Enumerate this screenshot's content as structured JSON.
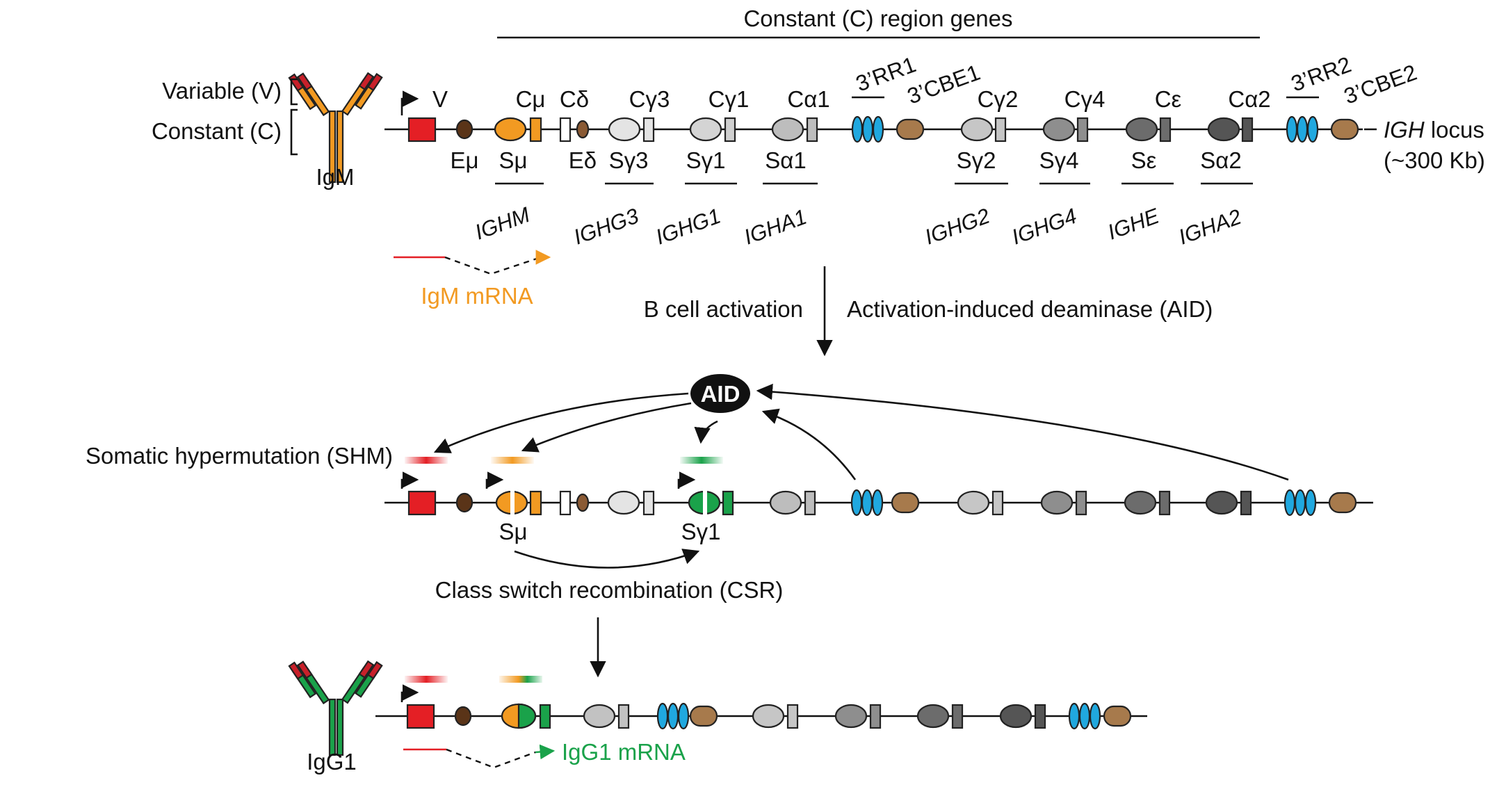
{
  "header": {
    "constant_region_title": "Constant (C) region genes"
  },
  "antibody_labels": {
    "variable": "Variable (V)",
    "constant": "Constant (C)",
    "igm": "IgM",
    "igg1": "IgG1"
  },
  "locus": {
    "v_label": "V",
    "c_top_labels": [
      "Cμ",
      "Cδ",
      "Cγ3",
      "Cγ1",
      "Cα1",
      "Cγ2",
      "Cγ4",
      "Cε",
      "Cα2"
    ],
    "s_labels": [
      "Eμ",
      "Sμ",
      "Eδ",
      "Sγ3",
      "Sγ1",
      "Sα1",
      "Sγ2",
      "Sγ4",
      "Sε",
      "Sα2"
    ],
    "regulatory_labels": [
      "3’RR1",
      "3’CBE1",
      "3’RR2",
      "3’CBE2"
    ],
    "gene_names": [
      "IGHM",
      "IGHG3",
      "IGHG1",
      "IGHA1",
      "IGHG2",
      "IGHG4",
      "IGHE",
      "IGHA2"
    ],
    "locus_name": "IGH",
    "locus_word": "locus",
    "locus_size": "(~300 Kb)"
  },
  "process": {
    "igm_mrna": "IgM mRNA",
    "b_cell_activation": "B cell activation",
    "aid_full": "Activation-induced deaminase (AID)",
    "aid": "AID",
    "shm": "Somatic hypermutation (SHM)",
    "csr": "Class switch recombination (CSR)",
    "s_mu": "Sμ",
    "s_gamma1": "Sγ1",
    "igg1_mrna": "IgG1 mRNA"
  },
  "colors": {
    "v_red": "#e41f25",
    "mu_orange": "#f29a22",
    "gamma1_green": "#1aa24a",
    "rr_blue": "#20a8df",
    "cbe_brown": "#a77a4c",
    "enhancer_brown": "#5a3418",
    "light_gray": "#e4e4e4",
    "mid_gray": "#c2c2c2",
    "gray": "#9a9a9a",
    "dark_gray": "#6c6c6c",
    "darker_gray": "#555555"
  }
}
